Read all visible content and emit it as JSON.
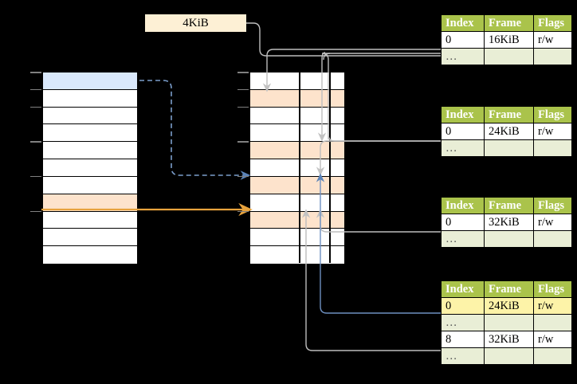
{
  "diagram": {
    "title_label": "4KiB",
    "colors": {
      "header_green": "#aac34b",
      "alt_green": "#e9eed6",
      "highlight_yellow": "#fdf3a8",
      "peach": "#fde3cc",
      "blue_row": "#d9e8fb",
      "orange_arrow": "#e8a33d",
      "blue_arrow": "#5b83b8",
      "grey_arrow": "#c0c0c0",
      "label_box": "#fdf0d5"
    },
    "left_strip": {
      "name": "page-directory-strip",
      "row_count": 11,
      "rows": [
        {
          "fill": "blue"
        },
        {
          "fill": "white"
        },
        {
          "fill": "white"
        },
        {
          "fill": "white"
        },
        {
          "fill": "white"
        },
        {
          "fill": "white"
        },
        {
          "fill": "white"
        },
        {
          "fill": "peach"
        },
        {
          "fill": "white"
        },
        {
          "fill": "white"
        },
        {
          "fill": "white"
        }
      ],
      "ticks": [
        0,
        1,
        2,
        4,
        6,
        8
      ]
    },
    "middle_strip": {
      "name": "page-table-strip",
      "row_count": 11,
      "rows": [
        {
          "fill": "white"
        },
        {
          "fill": "peach"
        },
        {
          "fill": "white"
        },
        {
          "fill": "white"
        },
        {
          "fill": "peach"
        },
        {
          "fill": "white"
        },
        {
          "fill": "peach"
        },
        {
          "fill": "white"
        },
        {
          "fill": "peach"
        },
        {
          "fill": "white"
        },
        {
          "fill": "white"
        }
      ],
      "ticks": [
        0,
        1,
        2,
        4,
        6,
        8
      ]
    },
    "tables": [
      {
        "name": "page-table-1",
        "headers": [
          "Index",
          "Frame",
          "Flags"
        ],
        "rows": [
          {
            "cells": [
              "0",
              "16KiB",
              "r/w"
            ],
            "style": "plain"
          },
          {
            "cells": [
              "…",
              "",
              ""
            ],
            "style": "alt"
          }
        ]
      },
      {
        "name": "page-table-2",
        "headers": [
          "Index",
          "Frame",
          "Flags"
        ],
        "rows": [
          {
            "cells": [
              "0",
              "24KiB",
              "r/w"
            ],
            "style": "plain"
          },
          {
            "cells": [
              "…",
              "",
              ""
            ],
            "style": "alt"
          }
        ]
      },
      {
        "name": "page-table-3",
        "headers": [
          "Index",
          "Frame",
          "Flags"
        ],
        "rows": [
          {
            "cells": [
              "0",
              "32KiB",
              "r/w"
            ],
            "style": "plain"
          },
          {
            "cells": [
              "…",
              "",
              ""
            ],
            "style": "alt"
          }
        ]
      },
      {
        "name": "page-table-4",
        "headers": [
          "Index",
          "Frame",
          "Flags"
        ],
        "rows": [
          {
            "cells": [
              "0",
              "24KiB",
              "r/w"
            ],
            "style": "highlight"
          },
          {
            "cells": [
              "…",
              "",
              ""
            ],
            "style": "alt"
          },
          {
            "cells": [
              "8",
              "32KiB",
              "r/w"
            ],
            "style": "plain"
          },
          {
            "cells": [
              "…",
              "",
              ""
            ],
            "style": "alt"
          }
        ]
      }
    ]
  }
}
